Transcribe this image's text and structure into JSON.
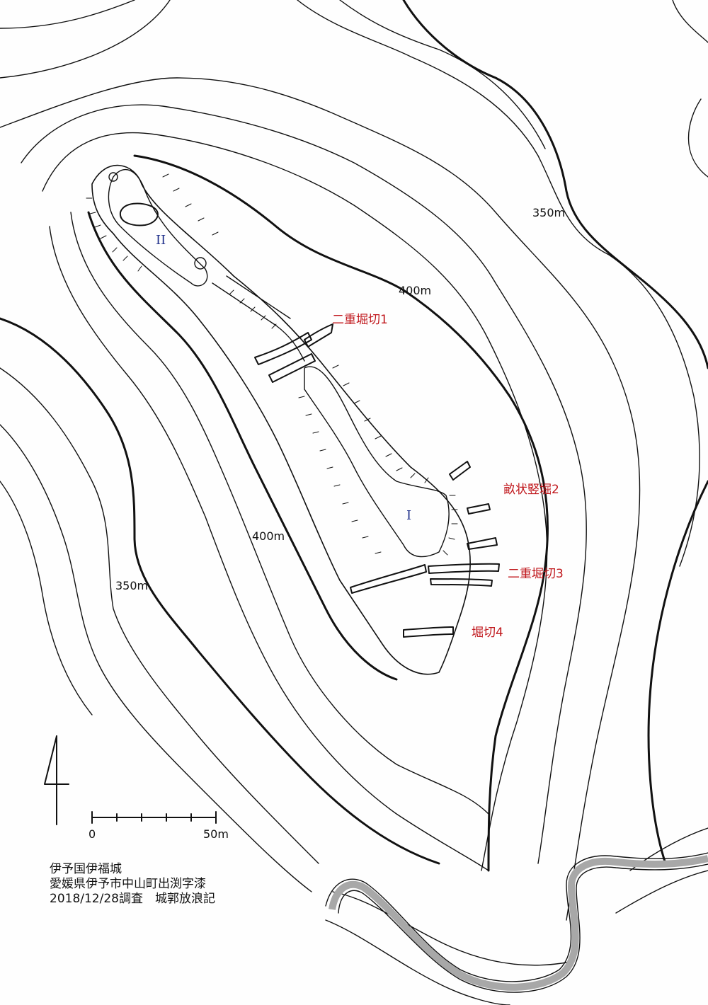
{
  "contour_labels": {
    "c350_right": "350m",
    "c400_right": "400m",
    "c400_left": "400m",
    "c350_left": "350m"
  },
  "features": {
    "double_cut_1": "二重堀切1",
    "furrow_trenches_2": "畝状竪堀2",
    "double_cut_3": "二重堀切3",
    "cut_4": "堀切4"
  },
  "enclosures": {
    "enclosure_2": "II",
    "enclosure_1": "I"
  },
  "scale_bar": {
    "start_label": "0",
    "end_label": "50m"
  },
  "caption": {
    "line1": "伊予国伊福城",
    "line2": "愛媛県伊予市中山町出渕字漆",
    "line3": "2018/12/28調査　城郭放浪記"
  },
  "colors": {
    "contour": "#111111",
    "feature_label": "#c0171c",
    "enclosure_label": "#1f2f8a",
    "road_fill": "#a8a8a8"
  },
  "icons": {
    "north_arrow": "north-arrow-icon"
  }
}
